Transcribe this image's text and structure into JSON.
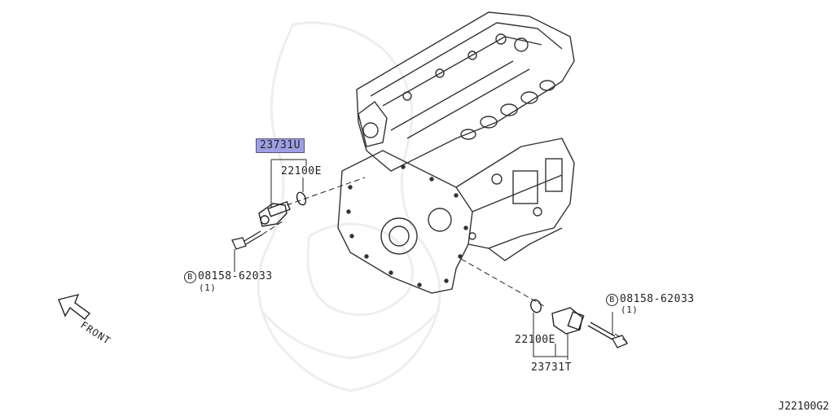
{
  "diagram": {
    "code": "J22100G2",
    "front_label": "FRONT",
    "parts": {
      "sensor_front": "23731U",
      "oring_front": "22100E",
      "bolt_front": {
        "circle": "B",
        "number": "08158-62033",
        "qty": "(1)"
      },
      "bolt_rear": {
        "circle": "B",
        "number": "08158-62033",
        "qty": "(1)"
      },
      "oring_rear": "22100E",
      "sensor_rear": "23731T"
    },
    "colors": {
      "highlight": "#9f9fe6",
      "line": "#222222"
    }
  }
}
